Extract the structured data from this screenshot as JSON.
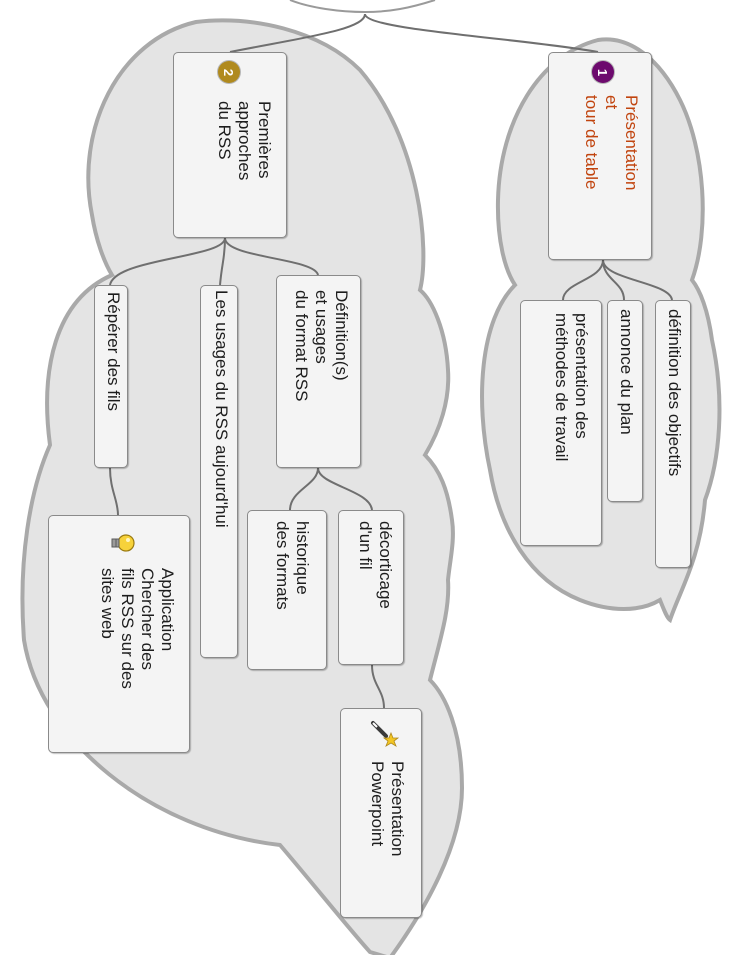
{
  "colors": {
    "cloud_fill": "#e4e4e4",
    "cloud_stroke": "#a9a9a9",
    "node_fill": "#f4f4f4",
    "connector": "#6f6f6f",
    "badge_one": "#6d0a6e",
    "badge_two": "#b08a1e",
    "accent_text": "#c1440e"
  },
  "topics": [
    {
      "number": "1",
      "label": "Présentation\net\ntour de table",
      "subtopics": [
        "définition des objectifs",
        "annonce du plan",
        "présentation des\nméthodes de travail"
      ]
    },
    {
      "number": "2",
      "label": "Premières\napproches\ndu RSS",
      "subtopics": [
        "Définition(s)\net usages\ndu format RSS",
        "Les usages du RSS aujourd'hui",
        "Répérer des fils"
      ],
      "details": {
        "definition": [
          "décorticage\nd'un fil",
          "historique\ndes formats"
        ],
        "fil": "Présentation\nPowerpoint",
        "reperer": "Application\nChercher des\nfils RSS sur des\nsites web"
      }
    }
  ],
  "icons": {
    "badge": "numbered-badge-icon",
    "wand": "magic-wand-icon",
    "bulb": "light-bulb-icon"
  }
}
